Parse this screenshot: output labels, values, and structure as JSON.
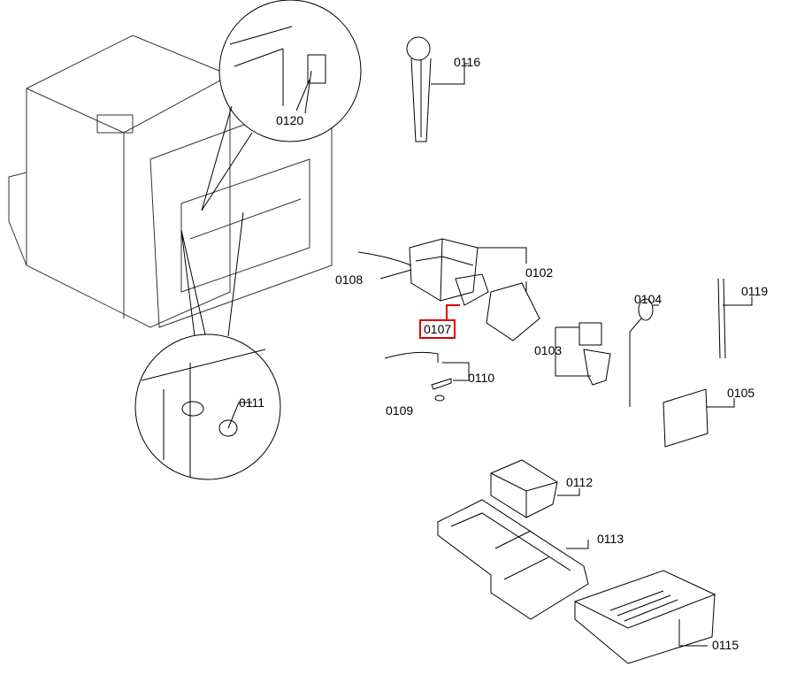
{
  "diagram": {
    "highlight_color": "#e00000",
    "parts": [
      {
        "id": "p0116",
        "label": "0116"
      },
      {
        "id": "p0120",
        "label": "0120"
      },
      {
        "id": "p0108",
        "label": "0108"
      },
      {
        "id": "p0102",
        "label": "0102"
      },
      {
        "id": "p0107",
        "label": "0107",
        "highlighted": true
      },
      {
        "id": "p0104",
        "label": "0104"
      },
      {
        "id": "p0119",
        "label": "0119"
      },
      {
        "id": "p0103",
        "label": "0103"
      },
      {
        "id": "p0110",
        "label": "0110"
      },
      {
        "id": "p0109",
        "label": "0109"
      },
      {
        "id": "p0105",
        "label": "0105"
      },
      {
        "id": "p0111",
        "label": "0111"
      },
      {
        "id": "p0112",
        "label": "0112"
      },
      {
        "id": "p0113",
        "label": "0113"
      },
      {
        "id": "p0115",
        "label": "0115"
      }
    ]
  }
}
